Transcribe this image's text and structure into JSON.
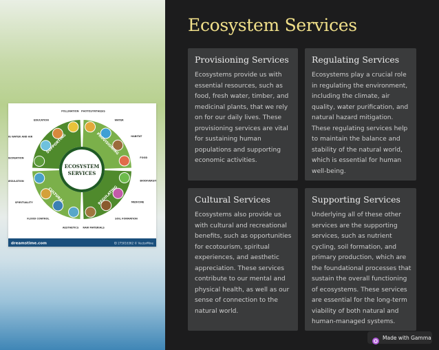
{
  "page": {
    "title": "Ecosystem Services"
  },
  "cards": [
    {
      "title": "Provisioning Services",
      "body": "Ecosystems provide us with essential resources, such as food, fresh water, timber, and medicinal plants, that we rely on for our daily lives. These provisioning services are vital for sustaining human populations and supporting economic activities."
    },
    {
      "title": "Regulating Services",
      "body": "Ecosystems play a crucial role in regulating the environment, including the climate, air quality, water purification, and natural hazard mitigation. These regulating services help to maintain the balance and stability of the natural world, which is essential for human well-being."
    },
    {
      "title": "Cultural Services",
      "body": "Ecosystems also provide us with cultural and recreational benefits, such as opportunities for ecotourism, spiritual experiences, and aesthetic appreciation. These services contribute to our mental and physical health, as well as our sense of connection to the natural world."
    },
    {
      "title": "Supporting Services",
      "body": "Underlying all of these other services are the supporting services, such as nutrient cycling, soil formation, and primary production, which are the foundational processes that sustain the overall functioning of ecosystems. These services are essential for the long-term viability of both natural and human-managed systems."
    }
  ],
  "infographic": {
    "center_line1": "ECOSYSTEM",
    "center_line2": "SERVICES",
    "segments": [
      "SUPPORTING",
      "PROVISIONING",
      "REGULATING",
      "CULTURAL"
    ],
    "labels": [
      "PHOTOSYNTHESIS",
      "WATER",
      "HABITAT",
      "FOOD",
      "BIODIVERSITY",
      "MEDICINE",
      "SOIL FORMATION",
      "RAW MATERIALS",
      "AESTHETICS",
      "FLOOD CONTROL",
      "SPIRITUALITY",
      "CLIMATE REGULATION",
      "RECREATION",
      "CLEANING WATER AND AIR",
      "EDUCATION",
      "POLLINATION"
    ],
    "footer_left": "dreamstime.com",
    "footer_right": "ID 275016362 © VectorMine",
    "colors": {
      "segment": "#7bb04a",
      "segment_dark": "#4f8a2c",
      "hub_ring": "#1f5a24",
      "footer": "#1a4f7c"
    }
  },
  "badge": {
    "label": "Made with Gamma",
    "icon": "gamma-logo-icon",
    "icon_color": "#b05ad8"
  }
}
